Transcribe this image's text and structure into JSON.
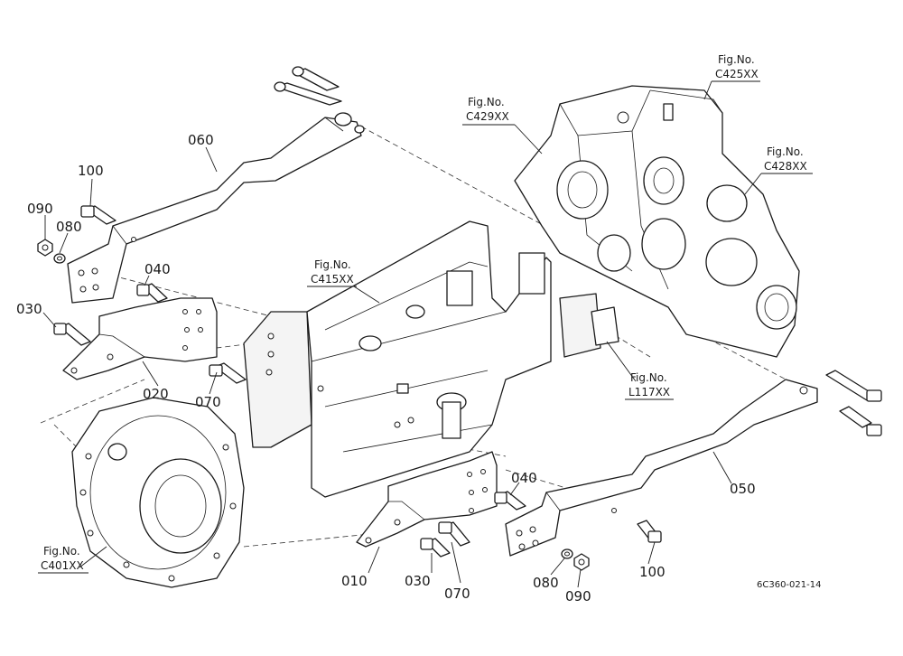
{
  "drawing_code": "6C360-021-14",
  "parts": [
    {
      "id": "p010",
      "label": "010"
    },
    {
      "id": "p020",
      "label": "020"
    },
    {
      "id": "p030a",
      "label": "030"
    },
    {
      "id": "p030b",
      "label": "030"
    },
    {
      "id": "p040a",
      "label": "040"
    },
    {
      "id": "p040b",
      "label": "040"
    },
    {
      "id": "p050",
      "label": "050"
    },
    {
      "id": "p060",
      "label": "060"
    },
    {
      "id": "p070a",
      "label": "070"
    },
    {
      "id": "p070b",
      "label": "070"
    },
    {
      "id": "p080a",
      "label": "080"
    },
    {
      "id": "p080b",
      "label": "080"
    },
    {
      "id": "p090a",
      "label": "090"
    },
    {
      "id": "p090b",
      "label": "090"
    },
    {
      "id": "p100a",
      "label": "100"
    },
    {
      "id": "p100b",
      "label": "100"
    }
  ],
  "figure_refs": [
    {
      "id": "c425",
      "line1": "Fig.No.",
      "line2": "C425XX"
    },
    {
      "id": "c429",
      "line1": "Fig.No.",
      "line2": "C429XX"
    },
    {
      "id": "c428",
      "line1": "Fig.No.",
      "line2": "C428XX"
    },
    {
      "id": "c415",
      "line1": "Fig.No.",
      "line2": "C415XX"
    },
    {
      "id": "l117",
      "line1": "Fig.No.",
      "line2": "L117XX"
    },
    {
      "id": "c401",
      "line1": "Fig.No.",
      "line2": "C401XX"
    }
  ]
}
